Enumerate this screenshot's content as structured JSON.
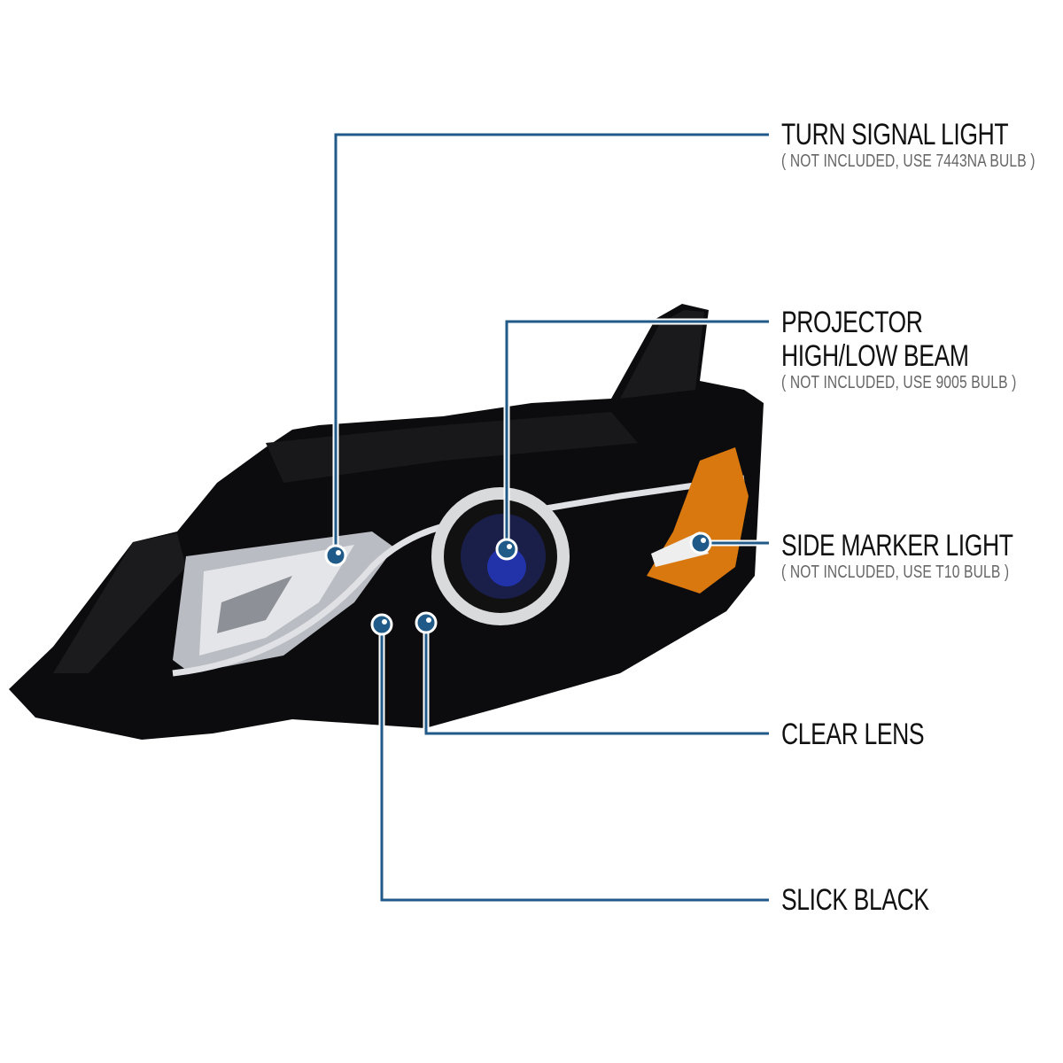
{
  "callouts": {
    "turn_signal": {
      "title": "TURN SIGNAL LIGHT",
      "note": "( NOT INCLUDED, USE  7443NA  BULB )"
    },
    "projector": {
      "title_line1": "PROJECTOR",
      "title_line2": "HIGH/LOW BEAM",
      "note": "( NOT INCLUDED, USE  9005  BULB )"
    },
    "side_marker": {
      "title": "SIDE MARKER LIGHT",
      "note": "( NOT INCLUDED, USE  T10  BULB )"
    },
    "clear_lens": {
      "title": "CLEAR LENS"
    },
    "slick_black": {
      "title": "SLICK BLACK"
    }
  },
  "colors": {
    "callout_line": "#1f5a88",
    "housing": "#0c0c0e",
    "amber": "#d9780f",
    "projector_lens": "#2233aa"
  }
}
